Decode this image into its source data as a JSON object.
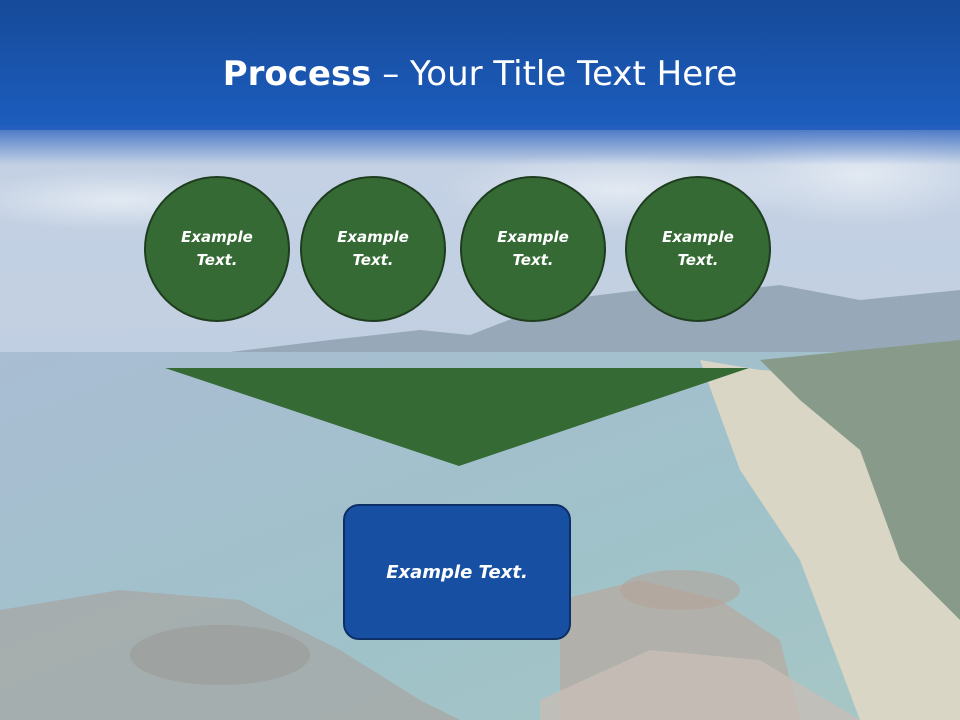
{
  "slide": {
    "title_bold": "Process",
    "title_rest": " – Your Title Text Here",
    "circles": [
      {
        "line1": "Example",
        "line2": "Text."
      },
      {
        "line1": "Example",
        "line2": "Text."
      },
      {
        "line1": "Example",
        "line2": "Text."
      },
      {
        "line1": "Example",
        "line2": "Text."
      }
    ],
    "result_text": "Example Text."
  },
  "colors": {
    "title_band": "#1a56b0",
    "circle_fill": "#356a35",
    "funnel_fill": "#356a35",
    "result_fill": "#1750a3"
  }
}
